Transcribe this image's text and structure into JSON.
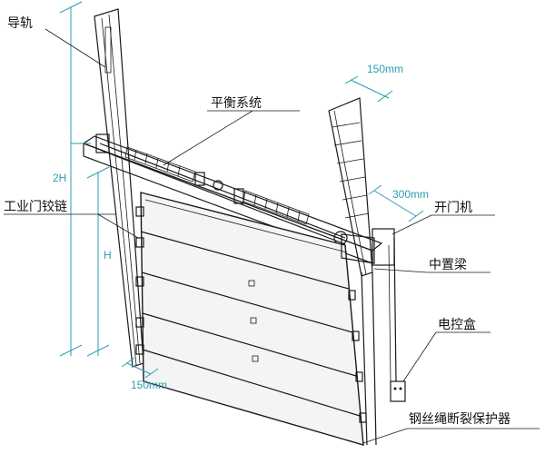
{
  "labels": {
    "guide_rail": "导轨",
    "balance_system": "平衡系统",
    "industrial_hinge": "工业门铰链",
    "opener": "开门机",
    "middle_beam": "中置梁",
    "control_box": "电控盒",
    "cable_break_protector": "钢丝绳断裂保护器"
  },
  "dimensions": {
    "top_offset": "150mm",
    "side_offset": "300mm",
    "bottom_offset": "150mm",
    "height_2h": "2H",
    "height_h": "H"
  },
  "colors": {
    "dimension": "#2a9db3",
    "line": "#1a1a1a",
    "panel": "#f4f4f4"
  }
}
